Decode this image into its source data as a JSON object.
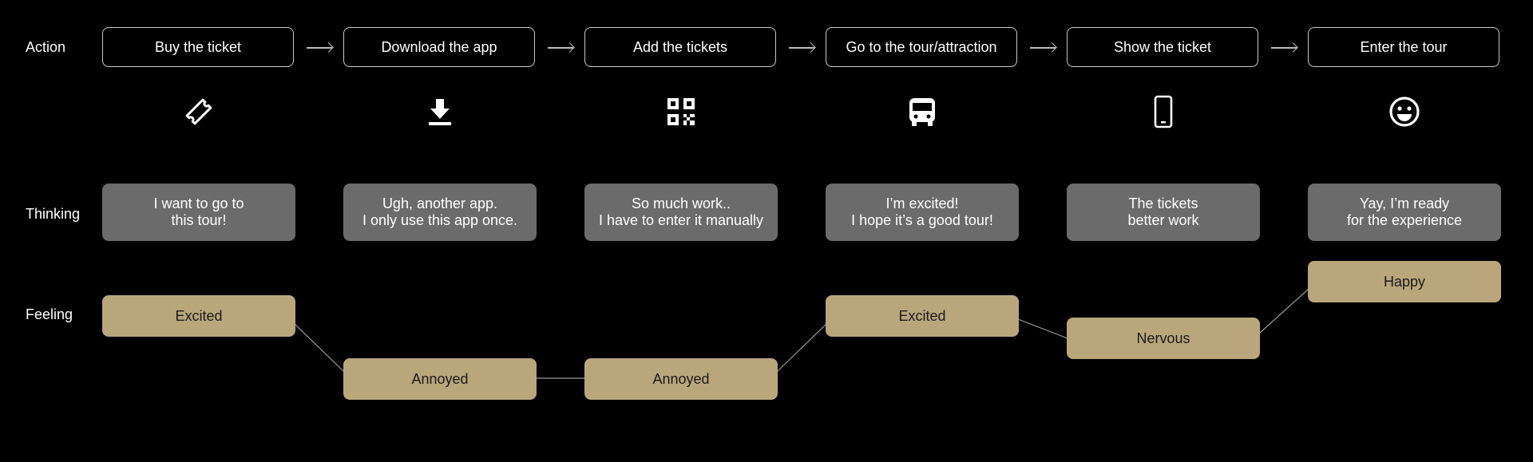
{
  "row_labels": {
    "action": "Action",
    "thinking": "Thinking",
    "feeling": "Feeling"
  },
  "colors": {
    "background": "#000000",
    "thought_fill": "#6b6b6b",
    "feeling_fill": "#b9a77b",
    "action_border": "#c8c8c8"
  },
  "steps": [
    {
      "action": "Buy the ticket",
      "icon": "ticket-icon",
      "thinking": "I want to go to\nthis tour!",
      "feeling": "Excited"
    },
    {
      "action": "Download the app",
      "icon": "download-icon",
      "thinking": "Ugh, another app.\nI only use this app once.",
      "feeling": "Annoyed"
    },
    {
      "action": "Add the tickets",
      "icon": "qr-code-icon",
      "thinking": "So much work..\nI have to enter it manually",
      "feeling": "Annoyed"
    },
    {
      "action": "Go to the tour/attraction",
      "icon": "bus-icon",
      "thinking": "I’m excited!\nI hope it’s a good tour!",
      "feeling": "Excited"
    },
    {
      "action": "Show the ticket",
      "icon": "phone-icon",
      "thinking": "The tickets\nbetter work",
      "feeling": "Nervous"
    },
    {
      "action": "Enter the tour",
      "icon": "smiley-icon",
      "thinking": "Yay, I’m ready\nfor the experience",
      "feeling": "Happy"
    }
  ]
}
